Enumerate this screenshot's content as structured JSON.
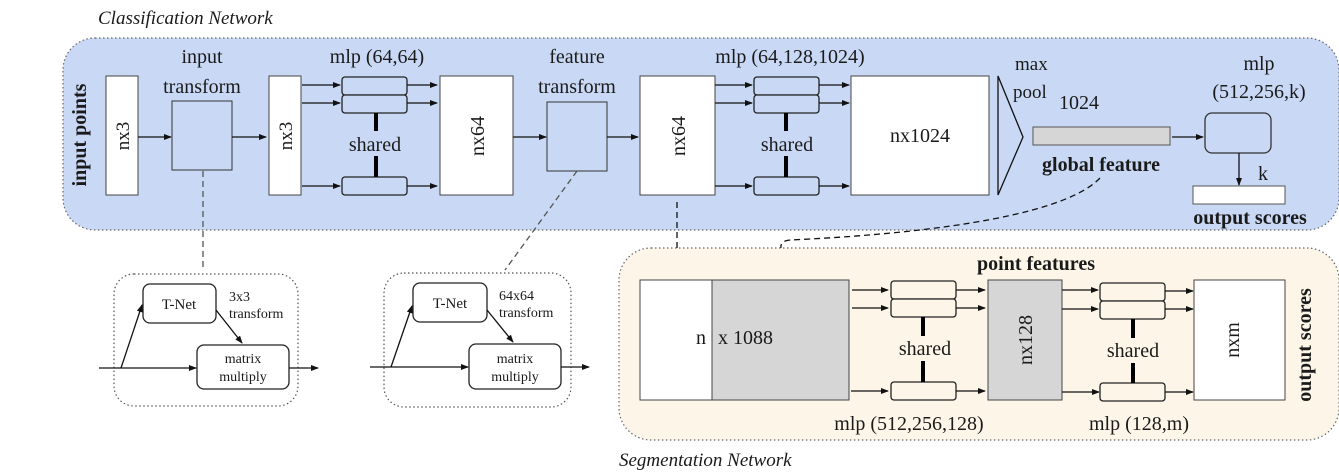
{
  "titles": {
    "classification": "Classification Network",
    "segmentation": "Segmentation Network"
  },
  "colors": {
    "classification_bg": "#c9d9f5",
    "segmentation_bg": "#fdf6e8",
    "feature_gray": "#d6d6d6",
    "box_border": "#444444"
  },
  "classification": {
    "input_label": "input points",
    "input_block": "nx3",
    "input_transform": [
      "input",
      "transform"
    ],
    "transformed_block": "nx3",
    "mlp1_label": "mlp (64,64)",
    "shared1": "shared",
    "block_nx64_a": "nx64",
    "feature_transform": [
      "feature",
      "transform"
    ],
    "block_nx64_b": "nx64",
    "mlp2_label": "mlp (64,128,1024)",
    "shared2": "shared",
    "block_nx1024": "nx1024",
    "maxpool": [
      "max",
      "pool"
    ],
    "global_dim": "1024",
    "global_feature": "global feature",
    "mlp3_label": [
      "mlp",
      "(512,256,k)"
    ],
    "k_label": "k",
    "output_scores": "output scores"
  },
  "tnet_input": {
    "tnet": "T-Net",
    "transform": [
      "3x3",
      "transform"
    ],
    "matmul": [
      "matrix",
      "multiply"
    ]
  },
  "tnet_feature": {
    "tnet": "T-Net",
    "transform": [
      "64x64",
      "transform"
    ],
    "matmul": [
      "matrix",
      "multiply"
    ]
  },
  "segmentation": {
    "point_features": "point features",
    "concat_n": "n",
    "concat_dim": "x 1088",
    "mlp1_label": "mlp (512,256,128)",
    "shared1": "shared",
    "block_nx128": "nx128",
    "mlp2_label": "mlp (128,m)",
    "shared2": "shared",
    "block_nxm": "nxm",
    "output_scores": "output scores"
  }
}
